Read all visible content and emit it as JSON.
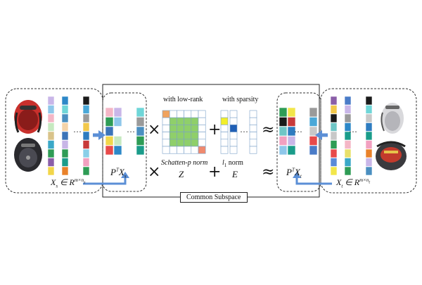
{
  "caption": "Common Subspace",
  "lowrank_label": "with low-rank",
  "sparsity_label": "with sparsity",
  "schatten_norm": "Schatten-p norm",
  "l1_norm": "l1 norm",
  "symbols": {
    "times": "×",
    "plus": "+",
    "approx": "≈",
    "ellipsis": "···"
  },
  "math": {
    "Z": "Z",
    "E": "E",
    "PTXs": "PTXs",
    "PTXt": "PTXt",
    "Xs_set": "Xs ∈ R^(m×ns)",
    "Xt_set": "Xt ∈ R^(m×nt)"
  },
  "colors": {
    "arrow": "#5b8fd6",
    "lowrank_fill": "#8fcf6a",
    "corner_tl": "#f0a35e",
    "corner_br": "#f08a6e",
    "sparse_yellow": "#f2ee2a",
    "sparse_blue": "#1f5fb5"
  }
}
